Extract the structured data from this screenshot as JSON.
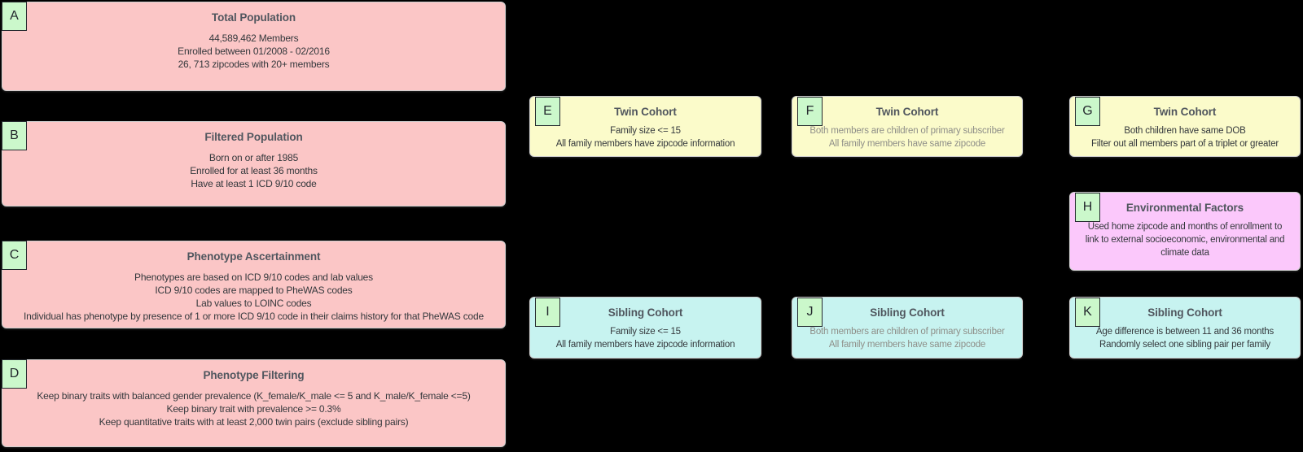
{
  "diagram": {
    "background": "#000000",
    "palette": {
      "population_fill": "#fbc6c6",
      "twin_cohort_fill": "#fbfbca",
      "sibling_cohort_fill": "#c7f3f0",
      "environmental_fill": "#fbc8fb",
      "badge_fill": "#cbf8cb",
      "box_border": "#cfcfcf",
      "title_text": "#50565e",
      "body_text": "#34383c",
      "muted_body_text": "#8e8e88"
    },
    "nodes": {
      "A": {
        "letter": "A",
        "title": "Total Population",
        "lines": [
          "44,589,462 Members",
          "Enrolled between 01/2008 - 02/2016",
          "26, 713 zipcodes with 20+ members"
        ]
      },
      "B": {
        "letter": "B",
        "title": "Filtered Population",
        "lines": [
          "Born on or after 1985",
          "Enrolled for at least 36 months",
          "Have at least 1 ICD 9/10 code"
        ]
      },
      "C": {
        "letter": "C",
        "title": "Phenotype Ascertainment",
        "lines": [
          "Phenotypes are based on ICD 9/10 codes and lab values",
          "ICD 9/10 codes are mapped to PheWAS codes",
          "Lab values to LOINC codes",
          "Individual has phenotype by presence of 1 or more ICD 9/10 code in their claims history for that PheWAS code"
        ]
      },
      "D": {
        "letter": "D",
        "title": "Phenotype Filtering",
        "lines": [
          "Keep binary traits with balanced gender prevalence (K_female/K_male <= 5 and K_male/K_female <=5)",
          "Keep binary trait with prevalence >= 0.3%",
          "Keep quantitative traits with at least 2,000 twin pairs (exclude sibling pairs)"
        ]
      },
      "E": {
        "letter": "E",
        "title": "Twin Cohort",
        "lines": [
          "Family size <= 15",
          "All family members have zipcode information"
        ]
      },
      "F": {
        "letter": "F",
        "title": "Twin Cohort",
        "lines": [
          "Both members are children of primary subscriber",
          "All family members have same zipcode"
        ]
      },
      "G": {
        "letter": "G",
        "title": "Twin Cohort",
        "lines": [
          "Both children have same DOB",
          "Filter out all members part of a triplet or greater"
        ]
      },
      "H": {
        "letter": "H",
        "title": "Environmental Factors",
        "lines": [
          "Used home zipcode and months of enrollment to",
          "link to external socioeconomic, environmental and",
          "climate data"
        ]
      },
      "I": {
        "letter": "I",
        "title": "Sibling Cohort",
        "lines": [
          "Family size <= 15",
          "All family members have zipcode information"
        ]
      },
      "J": {
        "letter": "J",
        "title": "Sibling Cohort",
        "lines": [
          "Both members are children of primary subscriber",
          "All family members have same zipcode"
        ]
      },
      "K": {
        "letter": "K",
        "title": "Sibling Cohort",
        "lines": [
          "Age difference is between 11 and 36 months",
          "Randomly select one sibling pair per family"
        ]
      }
    }
  }
}
